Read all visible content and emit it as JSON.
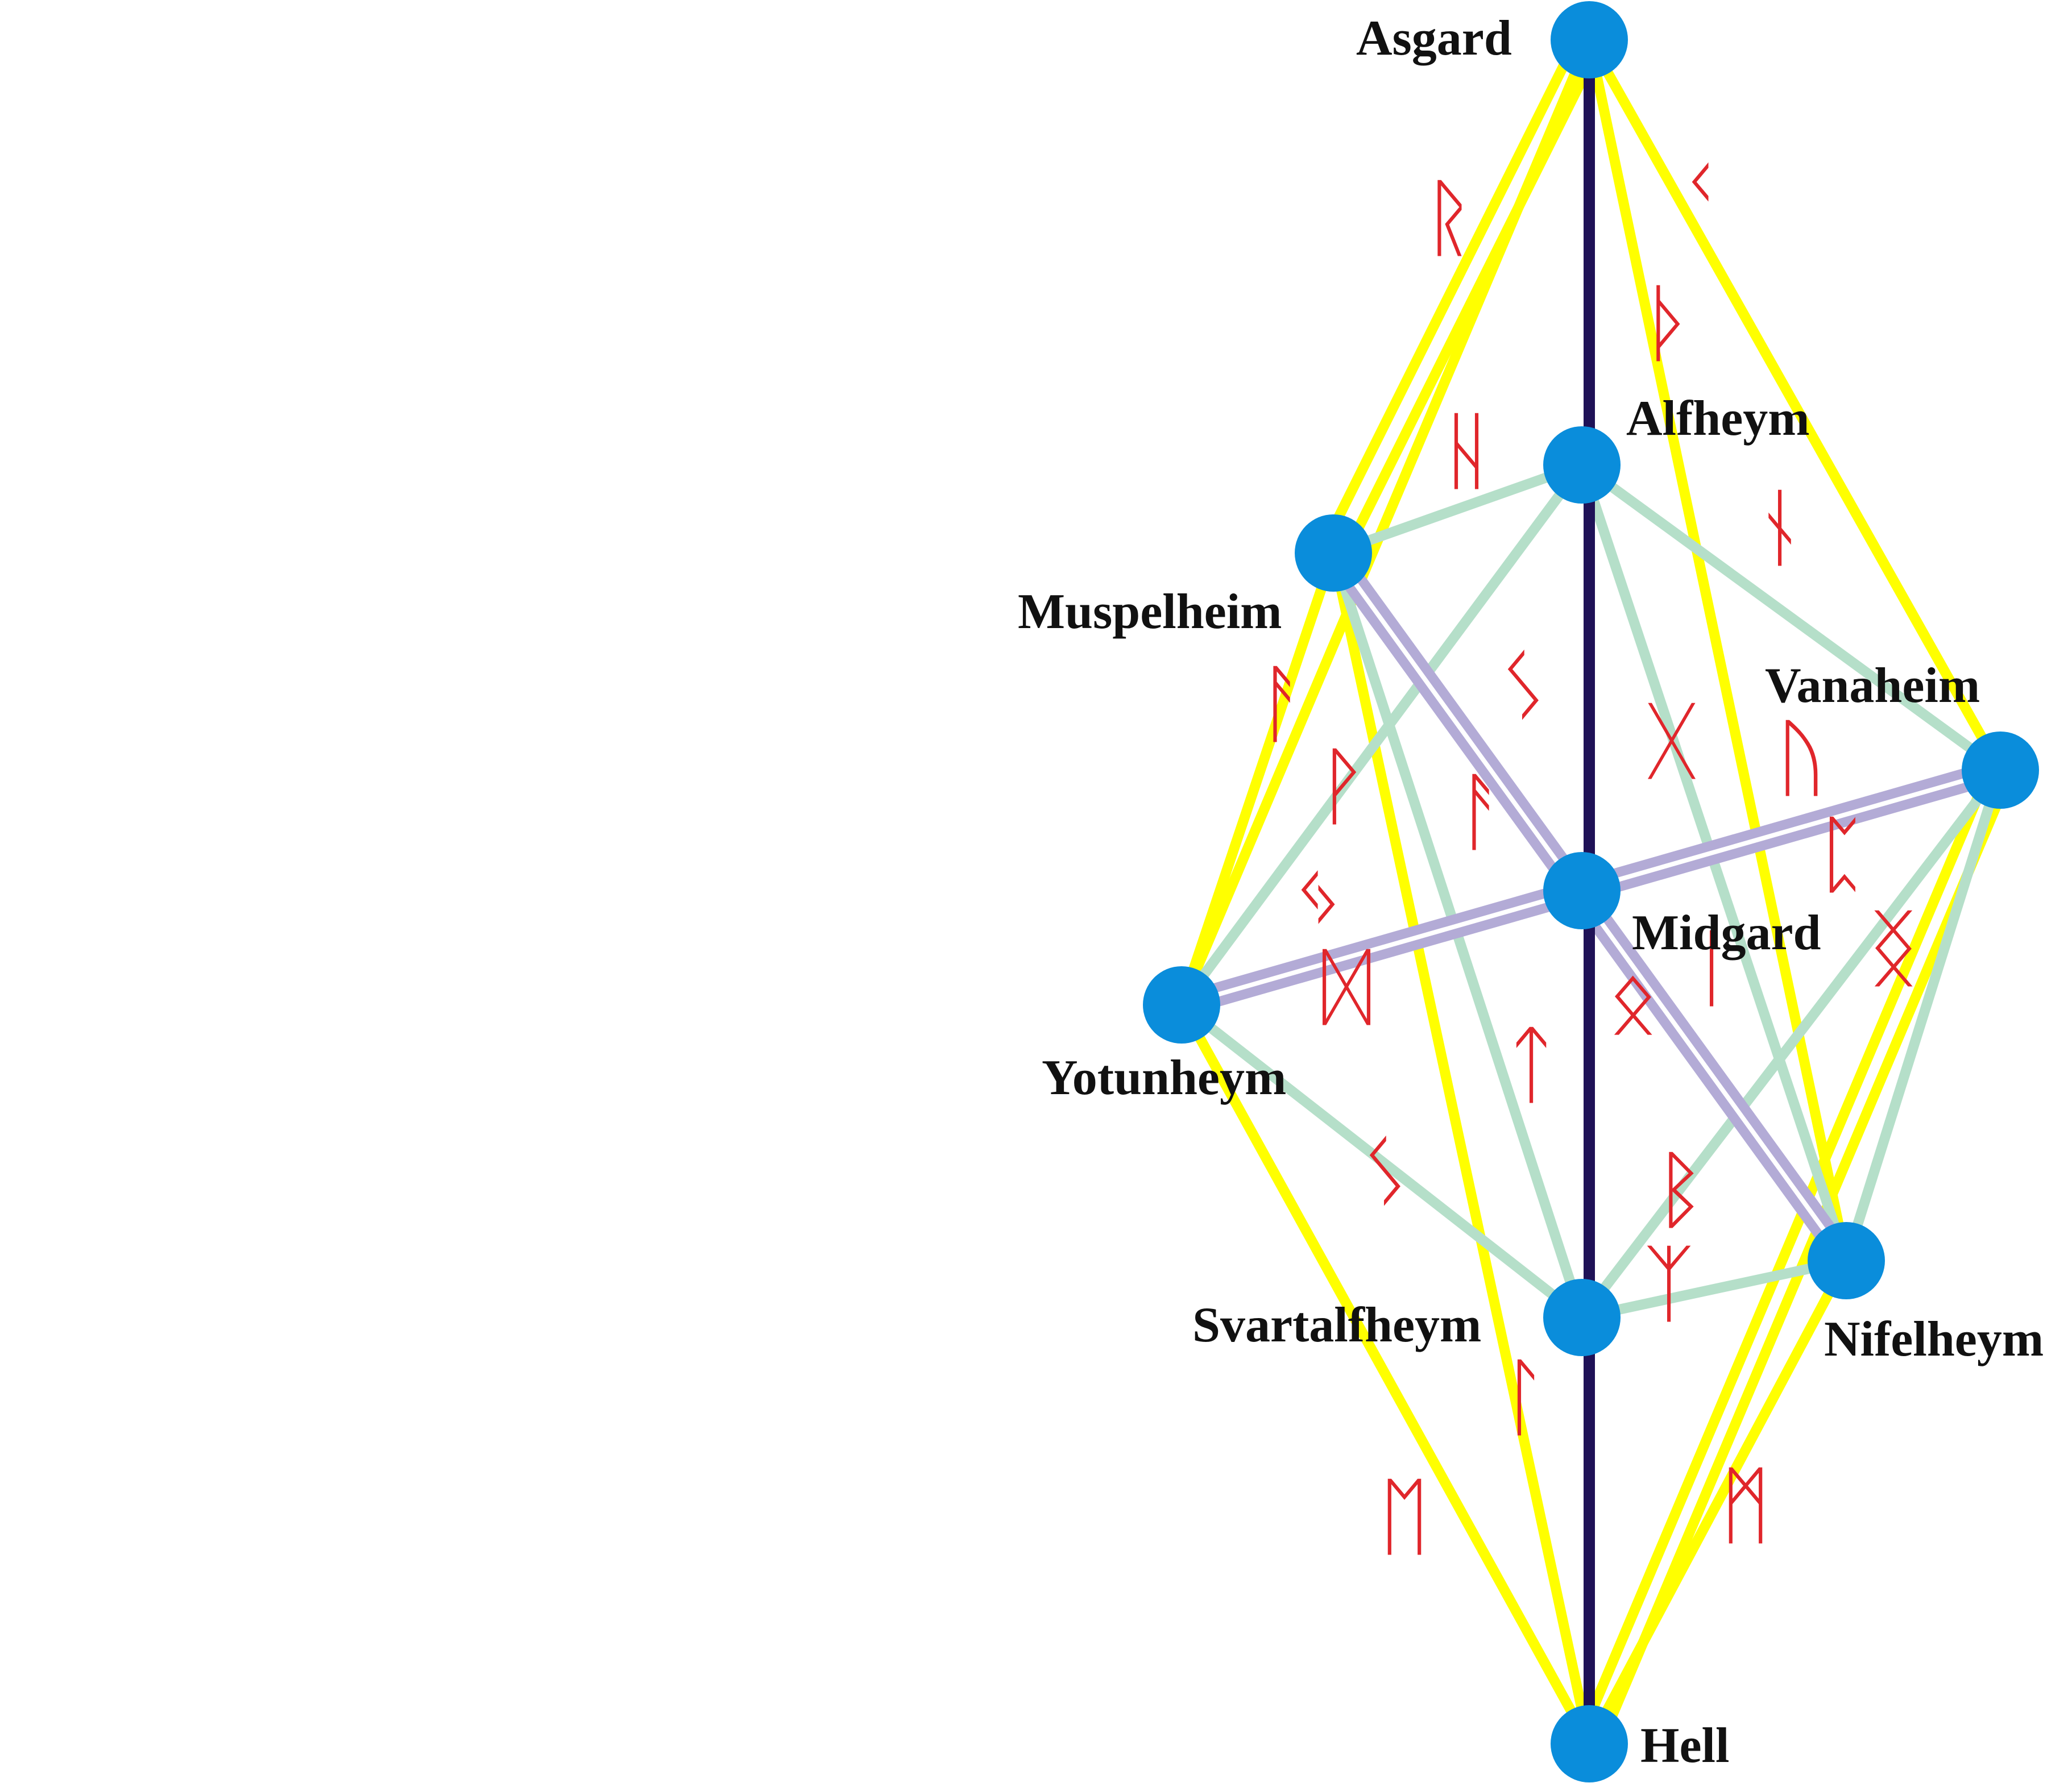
{
  "colors": {
    "trunk": "#1f1257",
    "outer": "#ffff00",
    "inner": "#b5dfc9",
    "cross": "#b3abd6",
    "node": "#0a8ddb",
    "rune": "#e0262b",
    "label": "#111111"
  },
  "nodes": {
    "asgard": {
      "label": "Asgard"
    },
    "alfheym": {
      "label": "Alfheym"
    },
    "muspelheim": {
      "label": "Muspelheim"
    },
    "vanaheim": {
      "label": "Vanaheim"
    },
    "midgard": {
      "label": "Midgard"
    },
    "yotunheym": {
      "label": "Yotunheym"
    },
    "svartalfheym": {
      "label": "Svartalfheym"
    },
    "nifelheym": {
      "label": "Nifelheym"
    },
    "hell": {
      "label": "Hell"
    }
  },
  "runes": [
    {
      "id": "raido",
      "glyph": "ᚱ"
    },
    {
      "id": "kaun",
      "glyph": "ᚲ"
    },
    {
      "id": "thurisaz",
      "glyph": "ᚦ"
    },
    {
      "id": "hagalaz",
      "glyph": "ᚺ"
    },
    {
      "id": "naudiz",
      "glyph": "ᚾ"
    },
    {
      "id": "ansuz-left",
      "glyph": "ᚨ"
    },
    {
      "id": "sowilo-upper",
      "glyph": "ᛊ"
    },
    {
      "id": "gebo",
      "glyph": "ᚷ"
    },
    {
      "id": "uruz",
      "glyph": "ᚢ"
    },
    {
      "id": "wunjo",
      "glyph": "ᚹ"
    },
    {
      "id": "ansuz-center",
      "glyph": "ᚨ"
    },
    {
      "id": "perthro",
      "glyph": "ᛈ"
    },
    {
      "id": "jera",
      "glyph": "ᛃ"
    },
    {
      "id": "dagaz",
      "glyph": "ᛞ"
    },
    {
      "id": "isa",
      "glyph": "ᛁ"
    },
    {
      "id": "othala",
      "glyph": "ᛟ"
    },
    {
      "id": "ingwaz",
      "glyph": "ᛝ"
    },
    {
      "id": "tiwaz",
      "glyph": "ᛏ"
    },
    {
      "id": "sowilo-lower",
      "glyph": "ᛊ"
    },
    {
      "id": "berkano",
      "glyph": "ᛒ"
    },
    {
      "id": "algiz",
      "glyph": "ᛉ"
    },
    {
      "id": "laguz",
      "glyph": "ᛚ"
    },
    {
      "id": "mannaz",
      "glyph": "ᛗ"
    },
    {
      "id": "ehwaz",
      "glyph": "ᛖ"
    }
  ]
}
